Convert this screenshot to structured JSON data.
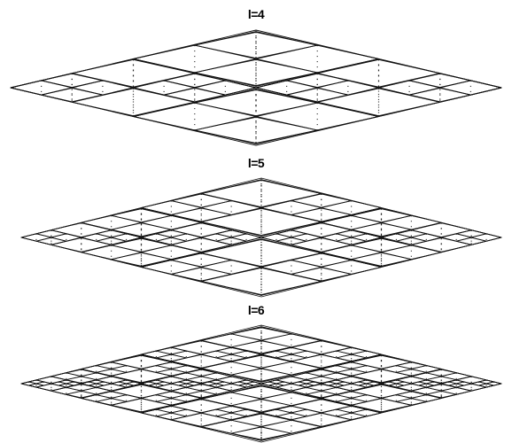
{
  "figure": {
    "panels": [
      {
        "label": "l=4",
        "level": 4
      },
      {
        "label": "l=5",
        "level": 5
      },
      {
        "label": "l=6",
        "level": 6
      }
    ],
    "colors": {
      "stroke": "#111111",
      "dot": "#222222",
      "background": "#ffffff"
    }
  }
}
